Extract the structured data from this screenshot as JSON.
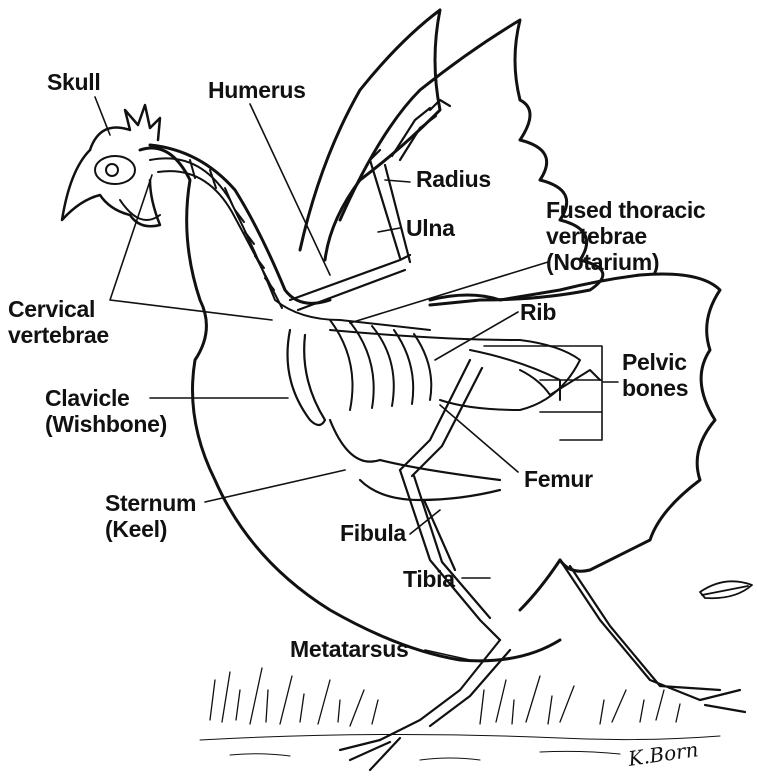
{
  "labels": {
    "skull": "Skull",
    "humerus": "Humerus",
    "radius": "Radius",
    "ulna": "Ulna",
    "fused_thoracic": [
      "Fused thoracic",
      "vertebrae",
      "(Notarium)"
    ],
    "cervical": [
      "Cervical",
      "vertebrae"
    ],
    "rib": "Rib",
    "pelvic": [
      "Pelvic",
      "bones"
    ],
    "clavicle": [
      "Clavicle",
      "(Wishbone)"
    ],
    "femur": "Femur",
    "sternum": [
      "Sternum",
      "(Keel)"
    ],
    "fibula": "Fibula",
    "tibia": "Tibia",
    "metatarsus": "Metatarsus"
  },
  "signature": "K.Born",
  "colors": {
    "ink": "#111111",
    "paper": "#ffffff"
  }
}
